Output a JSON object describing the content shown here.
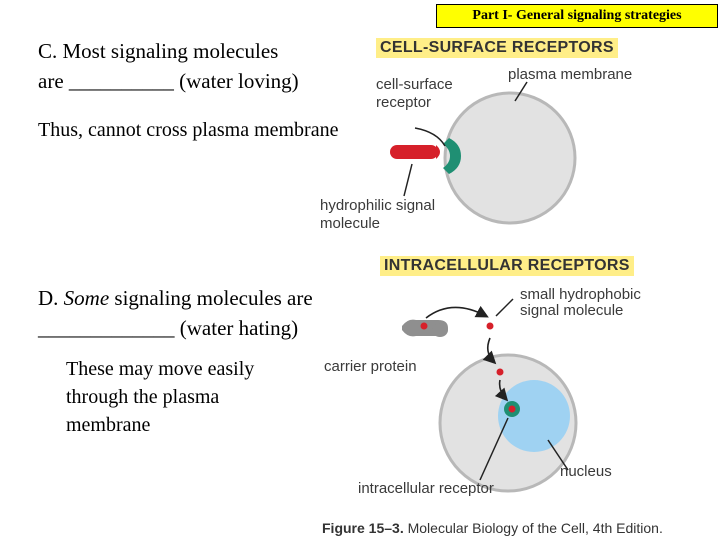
{
  "header": {
    "section_label": "Part I- General signaling strategies"
  },
  "slide": {
    "point_c_line1": "C. Most signaling molecules",
    "point_c_line2": "are __________ (water loving)",
    "point_c_note": "Thus, cannot cross plasma membrane",
    "point_d_prefix": "D. ",
    "point_d_emphasis": "Some",
    "point_d_rest": " signaling molecules are",
    "point_d_line2": "_____________ (water hating)",
    "point_d_note_line1": "These may move easily",
    "point_d_note_line2": "through the plasma",
    "point_d_note_line3": "membrane"
  },
  "figure": {
    "surface_title": "CELL-SURFACE RECEPTORS",
    "plasma_membrane": "plasma membrane",
    "cell_surface_receptor_1": "cell-surface",
    "cell_surface_receptor_2": "receptor",
    "hydrophilic_1": "hydrophilic signal",
    "hydrophilic_2": "molecule",
    "intracellular_title": "INTRACELLULAR RECEPTORS",
    "small_hydrophobic_1": "small hydrophobic",
    "small_hydrophobic_2": "signal molecule",
    "carrier_protein": "carrier protein",
    "nucleus": "nucleus",
    "intracellular_receptor": "intracellular receptor",
    "caption_bold": "Figure 15–3.",
    "caption_rest": " Molecular Biology of the Cell, 4th Edition."
  },
  "colors": {
    "highlight": "#ffee88",
    "section_label_bg": "#ffff00",
    "cell_fill": "#e2e2e2",
    "nucleus_fill": "#9fd2f2",
    "signal_red": "#d6202a",
    "receptor_green": "#1f8f73"
  }
}
